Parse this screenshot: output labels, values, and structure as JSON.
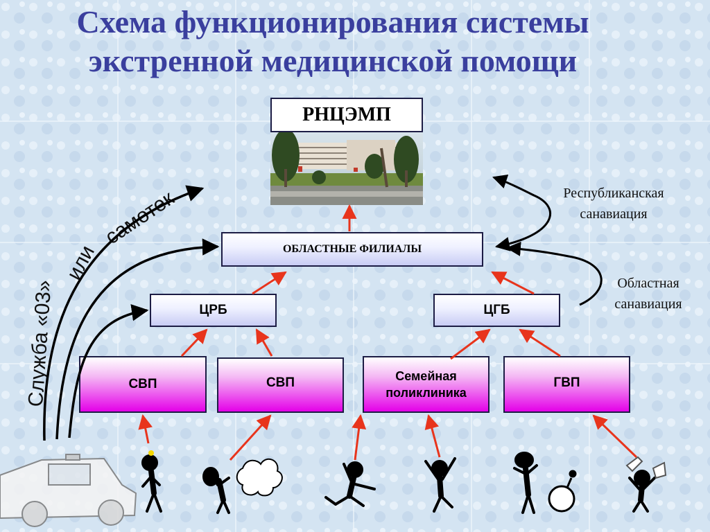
{
  "title": "Схема функционирования системы экстренной медицинской помощи",
  "nodes": {
    "top": "РНЦЭМП",
    "regional": "ОБЛАСТНЫЕ ФИЛИАЛЫ",
    "crb": "ЦРБ",
    "cgb": "ЦГБ",
    "svp1": "СВП",
    "svp2": "СВП",
    "family": "Семейная поликлиника",
    "gvp": "ГВП"
  },
  "notes": {
    "republic": "Республиканская санавиация",
    "region": "Областная санавиация"
  },
  "service_label": {
    "part1": "Служба «03»",
    "part2": "или",
    "part3": "самотек"
  },
  "colors": {
    "title": "#3a3f9e",
    "arrow_red": "#e8341c",
    "box_pink": "#e400e8",
    "box_blue": "#c8ccf4"
  }
}
